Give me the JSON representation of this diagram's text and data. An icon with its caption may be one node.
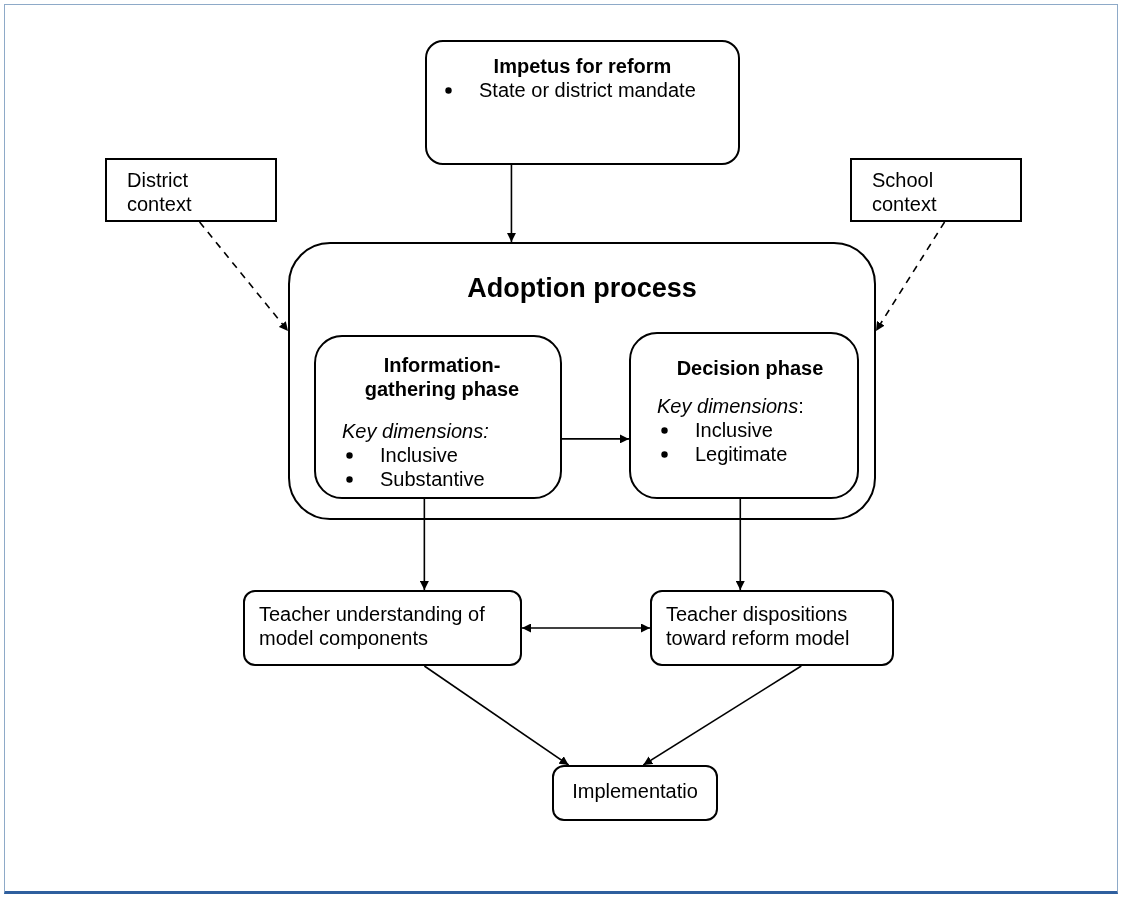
{
  "diagram": {
    "nodes": [
      {
        "text": [
          "Impetus for reform",
          "State or district mandate"
        ]
      },
      {
        "text": [
          "District context"
        ]
      },
      {
        "text": [
          "School context"
        ]
      },
      {
        "text": [
          "Adoption process"
        ]
      },
      {
        "text": [
          "Information-gathering phase",
          "*Key dimensions:*",
          "Inclusive",
          "Substantive"
        ],
        "in": 3
      },
      {
        "text": [
          "Decision phase",
          "*Key dimensions*:",
          "Inclusive",
          "Legitimate"
        ],
        "in": 3
      },
      {
        "text": [
          "Teacher understanding of model components"
        ]
      },
      {
        "text": [
          "Teacher dispositions toward reform model"
        ]
      },
      {
        "text": [
          "Implementatio"
        ]
      }
    ],
    "edges": [
      {
        "from": 0,
        "to": 3,
        "arrow": "to"
      },
      {
        "from": 1,
        "to": 3,
        "arrow": "to",
        "style": "dashed"
      },
      {
        "from": 2,
        "to": 3,
        "arrow": "to",
        "style": "dashed"
      },
      {
        "from": 4,
        "to": 5,
        "arrow": "to"
      },
      {
        "from": 4,
        "to": 6,
        "arrow": "to"
      },
      {
        "from": 5,
        "to": 7,
        "arrow": "to"
      },
      {
        "from": 6,
        "to": 7,
        "arrow": "both"
      },
      {
        "from": 6,
        "to": 8,
        "arrow": "to"
      },
      {
        "from": 7,
        "to": 8,
        "arrow": "to"
      }
    ]
  }
}
